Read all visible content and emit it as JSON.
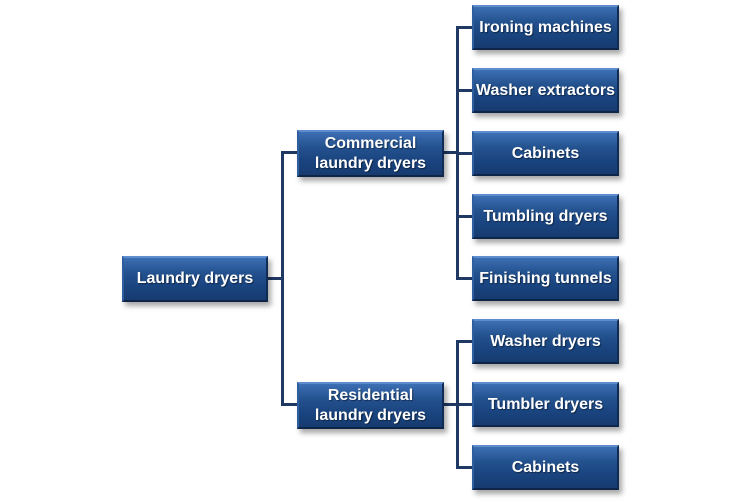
{
  "diagram": {
    "type": "tree",
    "orientation": "left-to-right",
    "colors": {
      "node_fill": "#1f4e8c",
      "node_text": "#ffffff",
      "connector": "#1f3864",
      "background": "#ffffff"
    },
    "root": {
      "label": "Laundry dryers"
    },
    "branches": [
      {
        "label_line1": "Commercial",
        "label_line2": "laundry dryers",
        "children": [
          "Ironing machines",
          "Washer extractors",
          "Cabinets",
          "Tumbling dryers",
          "Finishing tunnels"
        ]
      },
      {
        "label_line1": "Residential",
        "label_line2": "laundry dryers",
        "children": [
          "Washer dryers",
          "Tumbler dryers",
          "Cabinets"
        ]
      }
    ]
  }
}
